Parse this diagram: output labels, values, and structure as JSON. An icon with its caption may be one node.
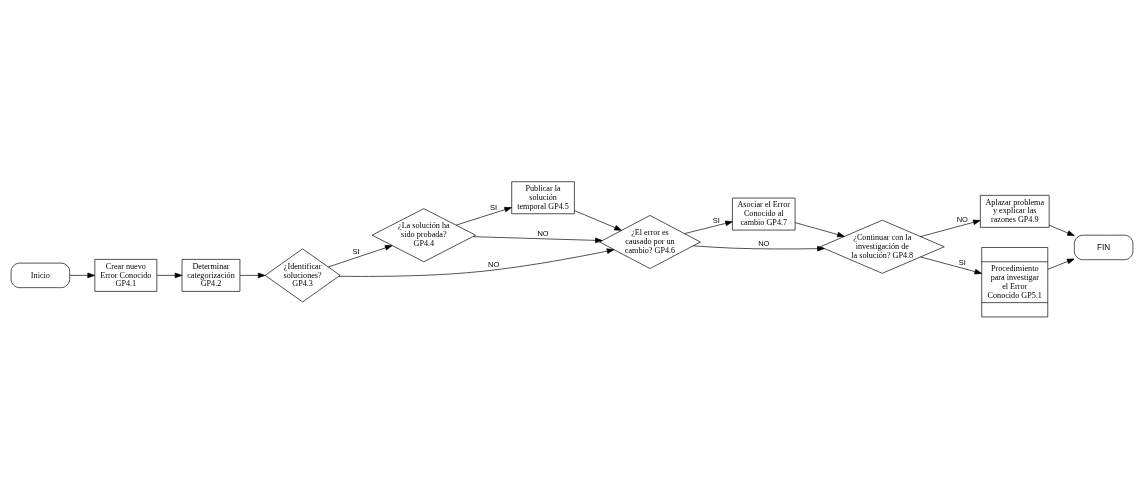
{
  "diagram": {
    "nodes": [
      {
        "text": [
          "Inicio"
        ]
      },
      {
        "text": [
          "Crear nuevo Error Conocido GP4.1"
        ]
      },
      {
        "text": [
          "Determinar categorización GP4.2"
        ]
      },
      {
        "text": [
          "¿Identificar soluciones? GP4.3"
        ]
      },
      {
        "text": [
          "¿La solución ha sido probada? GP4.4"
        ]
      },
      {
        "text": [
          "Publicar la solución temporal GP4.5"
        ]
      },
      {
        "text": [
          "¿El error es causado por un cambio? GP4.6"
        ]
      },
      {
        "text": [
          "Asociar el Error Conocido al cambio GP4.7"
        ]
      },
      {
        "text": [
          "¿Continuar con la investigación de la solución? GP4.8"
        ]
      },
      {
        "text": [
          "Aplazar problema y explicar las razones GP4.9"
        ]
      },
      {
        "text": [
          "Procedimiento para investigar el Error Conocido GP5.1"
        ]
      },
      {
        "text": [
          "FIN"
        ]
      }
    ],
    "edges": [
      {
        "from": 0,
        "to": 1,
        "arrow": "to"
      },
      {
        "from": 1,
        "to": 2,
        "arrow": "to"
      },
      {
        "from": 2,
        "to": 3,
        "arrow": "to"
      },
      {
        "from": 3,
        "to": 4,
        "arrow": "to",
        "label": "SI"
      },
      {
        "from": 3,
        "to": 6,
        "arrow": "to",
        "label": "NO"
      },
      {
        "from": 4,
        "to": 6,
        "arrow": "to",
        "label": "NO"
      },
      {
        "from": 4,
        "to": 5,
        "arrow": "to",
        "label": "SI"
      },
      {
        "from": 5,
        "to": 6,
        "arrow": "to"
      },
      {
        "from": 6,
        "to": 7,
        "arrow": "to",
        "label": "SI"
      },
      {
        "from": 6,
        "to": 8,
        "arrow": "to",
        "label": "NO"
      },
      {
        "from": 7,
        "to": 8,
        "arrow": "to"
      },
      {
        "from": 8,
        "to": 9,
        "arrow": "to",
        "label": "NO"
      },
      {
        "from": 8,
        "to": 10,
        "arrow": "to",
        "label": "SI"
      },
      {
        "from": 9,
        "to": 11,
        "arrow": "to"
      },
      {
        "from": 10,
        "to": 11,
        "arrow": "to"
      }
    ]
  }
}
